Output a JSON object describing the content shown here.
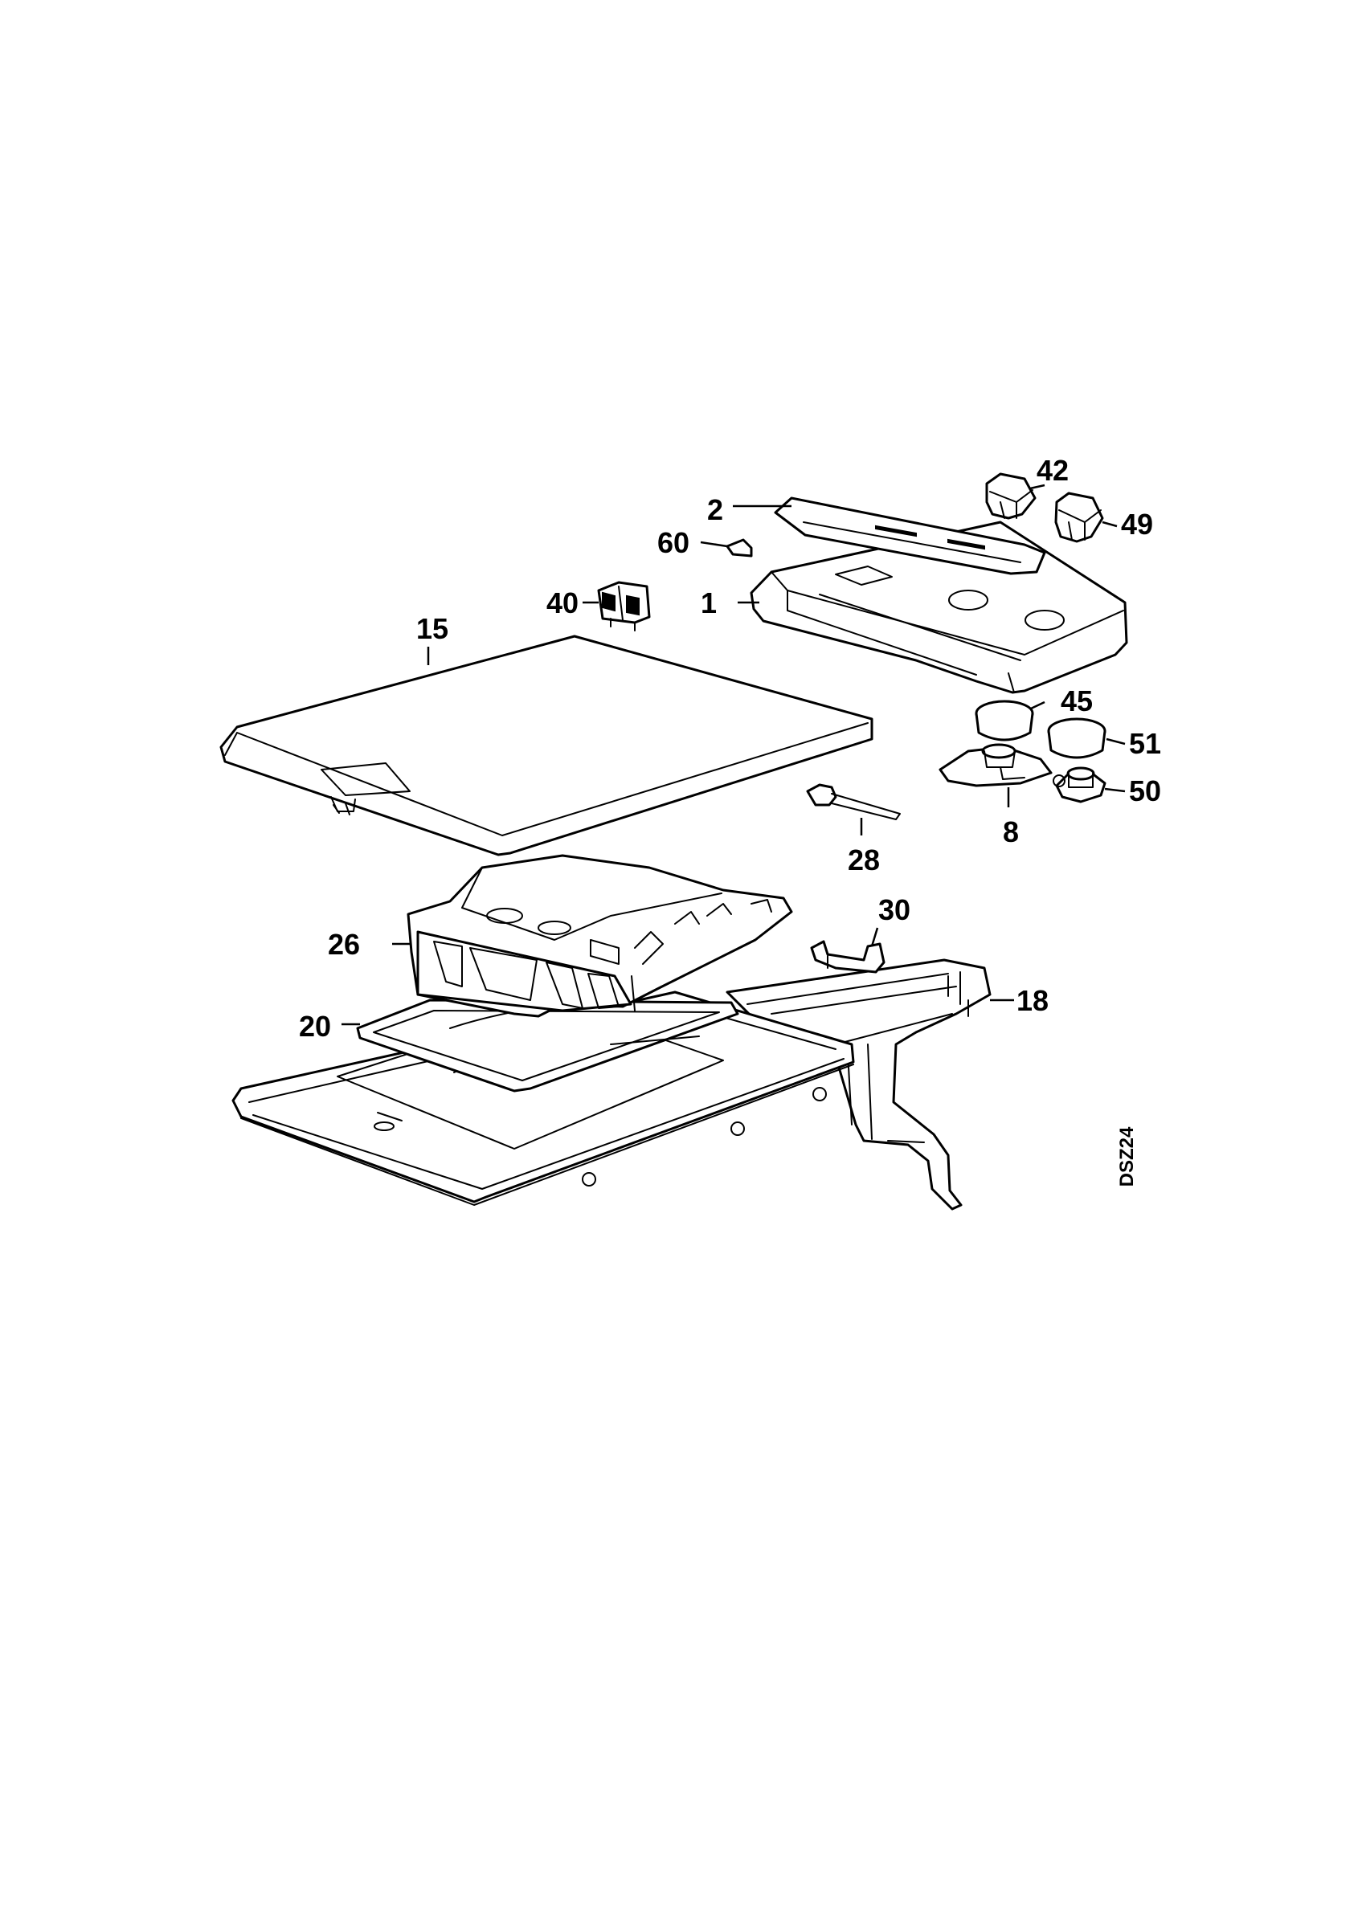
{
  "diagram": {
    "drawing_code": "DSZ24",
    "callouts": {
      "p1": "1",
      "p2": "2",
      "p8": "8",
      "p15": "15",
      "p18": "18",
      "p20": "20",
      "p26": "26",
      "p28": "28",
      "p30": "30",
      "p40": "40",
      "p42": "42",
      "p45": "45",
      "p49": "49",
      "p50": "50",
      "p51": "51",
      "p60": "60"
    }
  }
}
